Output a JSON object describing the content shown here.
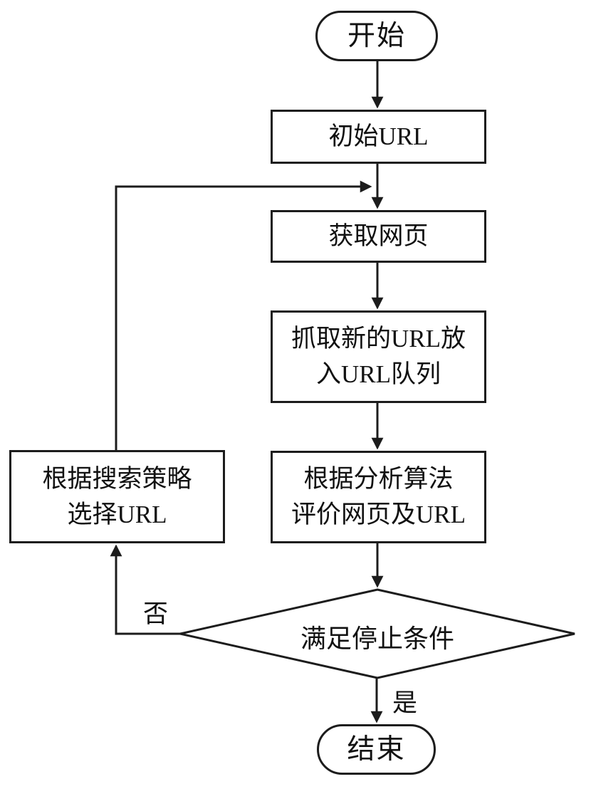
{
  "colors": {
    "line": "#1c1c1c",
    "background": "#ffffff",
    "text": "#111111"
  },
  "nodes": {
    "start": {
      "type": "terminator",
      "label": "开始"
    },
    "initial_url": {
      "type": "process",
      "label": "初始URL"
    },
    "fetch_page": {
      "type": "process",
      "label": "获取网页"
    },
    "grab_urls": {
      "type": "process",
      "label": "抓取新的URL放\n入URL队列"
    },
    "evaluate": {
      "type": "process",
      "label": "根据分析算法\n评价网页及URL"
    },
    "decision": {
      "type": "decision",
      "label": "满足停止条件"
    },
    "select_url": {
      "type": "process",
      "label": "根据搜索策略\n选择URL"
    },
    "end": {
      "type": "terminator",
      "label": "结束"
    }
  },
  "edge_labels": {
    "yes": "是",
    "no": "否"
  }
}
